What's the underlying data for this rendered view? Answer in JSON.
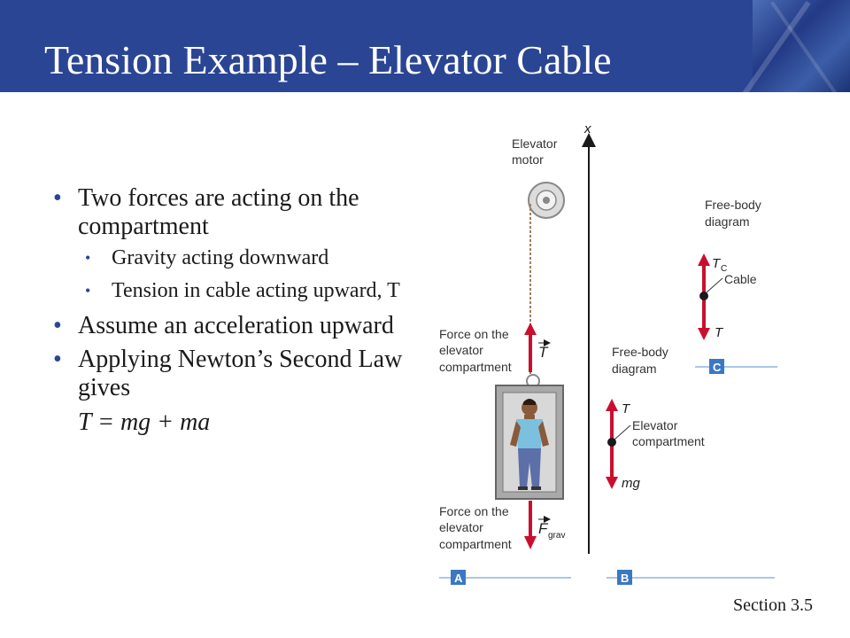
{
  "title": "Tension Example – Elevator Cable",
  "bullets": {
    "item1": "Two forces are acting on the compartment",
    "sub1": "Gravity acting downward",
    "sub2": "Tension in cable acting upward, T",
    "item2": "Assume an acceleration upward",
    "item3": "Applying Newton’s Second Law gives",
    "equation": "T = mg + ma"
  },
  "figure": {
    "axis_label": "x",
    "motor_label_1": "Elevator",
    "motor_label_2": "motor",
    "force_up_label": [
      "Force on the",
      "elevator",
      "compartment"
    ],
    "force_down_label": [
      "Force on the",
      "elevator",
      "compartment"
    ],
    "T_vec": "T",
    "F_vec": "F",
    "F_sub": "grav",
    "fbd_label": [
      "Free-body",
      "diagram"
    ],
    "fbd_b": {
      "top": "T",
      "body": [
        "Elevator",
        "compartment"
      ],
      "bottom": "mg"
    },
    "fbd_c": {
      "top": "T",
      "top_sub": "C",
      "body": "Cable",
      "bottom": "T"
    },
    "panel_a": "A",
    "panel_b": "B",
    "panel_c": "C"
  },
  "colors": {
    "header": "#2a4593",
    "arrow": "#c8102e",
    "panel_tag": "#3a78c4"
  },
  "footer": "Section 3.5"
}
